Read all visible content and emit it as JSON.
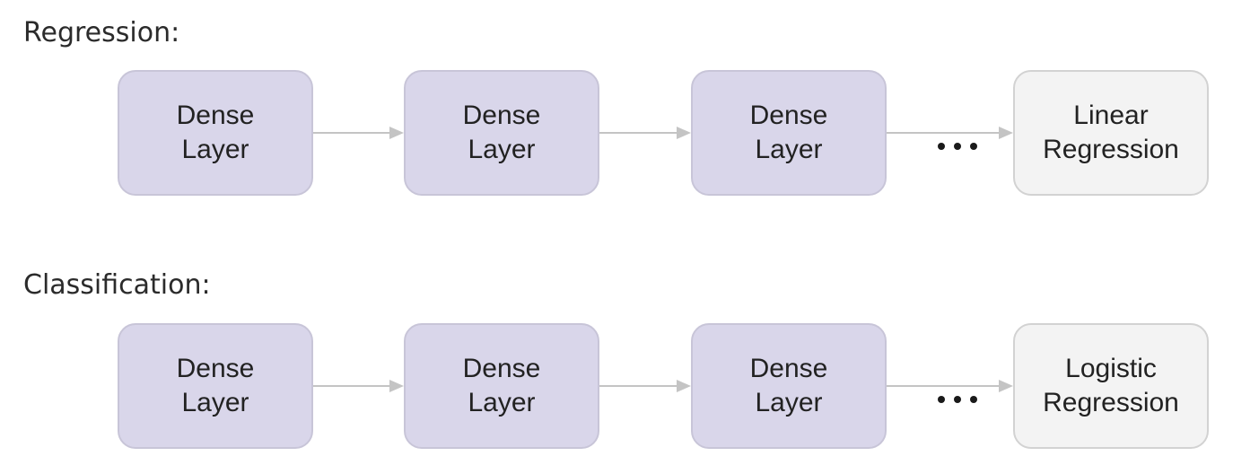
{
  "rows": [
    {
      "title": "Regression:",
      "blocks": [
        {
          "line1": "Dense",
          "line2": "Layer",
          "kind": "dense"
        },
        {
          "line1": "Dense",
          "line2": "Layer",
          "kind": "dense"
        },
        {
          "line1": "Dense",
          "line2": "Layer",
          "kind": "dense"
        },
        {
          "line1": "Linear",
          "line2": "Regression",
          "kind": "final"
        }
      ]
    },
    {
      "title": "Classification:",
      "blocks": [
        {
          "line1": "Dense",
          "line2": "Layer",
          "kind": "dense"
        },
        {
          "line1": "Dense",
          "line2": "Layer",
          "kind": "dense"
        },
        {
          "line1": "Dense",
          "line2": "Layer",
          "kind": "dense"
        },
        {
          "line1": "Logistic",
          "line2": "Regression",
          "kind": "final"
        }
      ]
    }
  ],
  "colors": {
    "dense_fill": "#d9d6ea",
    "dense_border": "#c8c5d8",
    "final_fill": "#f3f3f3",
    "final_border": "#d2d2d2",
    "arrow": "#c4c4c4",
    "text": "#222222"
  }
}
